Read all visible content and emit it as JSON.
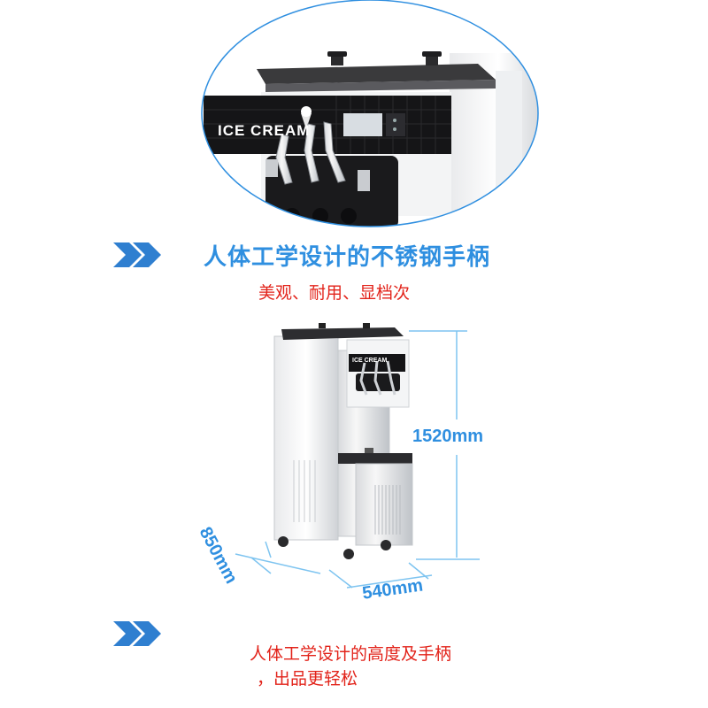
{
  "panel_top": {
    "headline": "人体工学设计的不锈钢手柄",
    "subtitle": "美观、耐用、显档次",
    "brand_text": "ICE CREAM"
  },
  "panel_bottom": {
    "brand_text": "ICE CREAM",
    "height_label": "1520mm",
    "width_label": "540mm",
    "depth_label": "850mm",
    "caption_line1": "人体工学设计的高度及手柄",
    "caption_line2": "，出品更轻松"
  },
  "colors": {
    "accent_blue": "#2f8fe0",
    "arrow_blue": "#2f7fd0",
    "caption_red": "#e2231a",
    "dimension_line": "#7ec4f0"
  }
}
